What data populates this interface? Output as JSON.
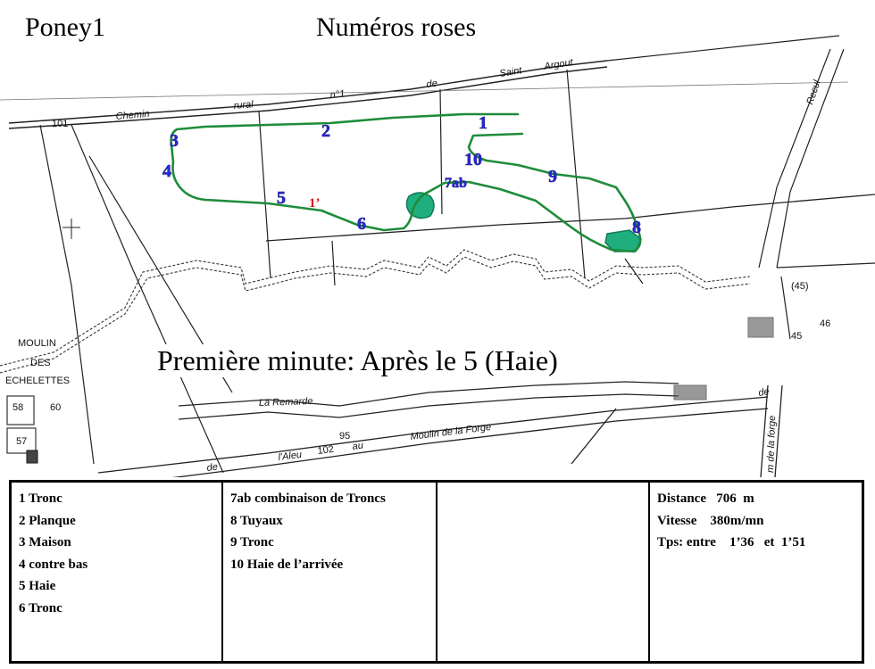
{
  "title": {
    "course": "Poney1",
    "numbers": "Numéros roses",
    "first_minute": "Première minute: Après le 5 (Haie)"
  },
  "map": {
    "labels": {
      "chemin": "Chemin",
      "rural": "rural",
      "n1": "n°1",
      "de": "de",
      "saint": "Saint",
      "argout": "Argout",
      "road_101": "101",
      "moulin": "MOULIN",
      "des": "DES",
      "echelettes": "ECHELETTES",
      "remarde": "La Remarde",
      "de2": "de",
      "aleu": "l'Aleu",
      "num_102": "102",
      "au": "au",
      "moulin_forge": "Moulin de la Forge",
      "num_95": "95",
      "num_58": "58",
      "num_60": "60",
      "num_57": "57",
      "num_45p": "(45)",
      "num_46": "46",
      "num_45": "45",
      "recul": "Recul",
      "de3": "de",
      "forge_v": "m de la forge"
    },
    "controls": [
      {
        "id": "1",
        "label": "1"
      },
      {
        "id": "2",
        "label": "2"
      },
      {
        "id": "3",
        "label": "3"
      },
      {
        "id": "4",
        "label": "4"
      },
      {
        "id": "5",
        "label": "5"
      },
      {
        "id": "6",
        "label": "6"
      },
      {
        "id": "7ab",
        "label": "7ab"
      },
      {
        "id": "8",
        "label": "8"
      },
      {
        "id": "9",
        "label": "9"
      },
      {
        "id": "10",
        "label": "10"
      }
    ],
    "first_minute_marker": "1’",
    "colors": {
      "route": "#1e8c3a",
      "control_number": "#2a2ad8",
      "obstacle": "#1fae7e",
      "minute_marker": "#e01010"
    }
  },
  "legend": {
    "col1": [
      "1 Tronc",
      "2 Planque",
      "3 Maison",
      "4 contre bas",
      "5 Haie",
      "6 Tronc"
    ],
    "col2": [
      "7ab combinaison de Troncs",
      "8 Tuyaux",
      "9 Tronc",
      "10 Haie de l’arrivée"
    ],
    "col3": [],
    "col4": [
      "Distance   706  m",
      "Vitesse    380m/mn",
      "Tps: entre    1’36   et  1’51"
    ]
  }
}
